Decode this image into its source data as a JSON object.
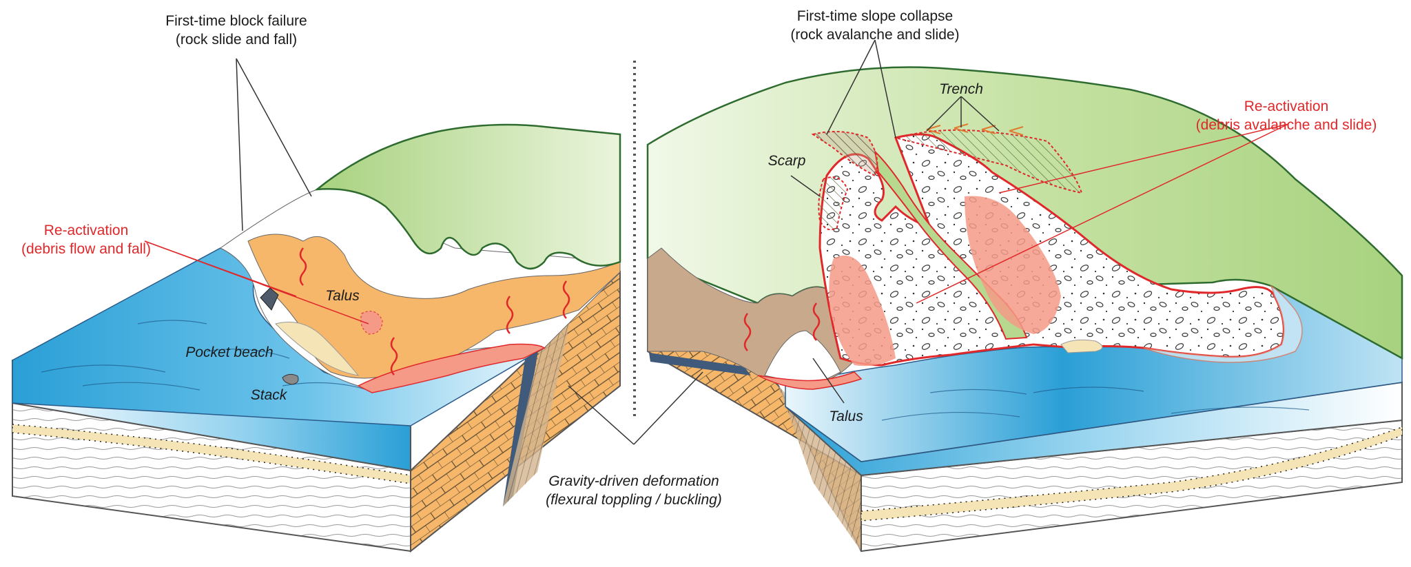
{
  "labels": {
    "block_failure_title": "First-time block failure",
    "block_failure_sub": "(rock slide and fall)",
    "slope_collapse_title": "First-time slope collapse",
    "slope_collapse_sub": "(rock avalanche and slide)",
    "reactivation_left_title": "Re-activation",
    "reactivation_left_sub": "(debris flow and fall)",
    "reactivation_right_title": "Re-activation",
    "reactivation_right_sub": "(debris avalanche and slide)",
    "talus_left": "Talus",
    "talus_right": "Talus",
    "pocket_beach": "Pocket beach",
    "stack": "Stack",
    "scarp": "Scarp",
    "trench": "Trench",
    "gravity_title": "Gravity-driven deformation",
    "gravity_sub": "(flexural toppling / buckling)"
  },
  "colors": {
    "sea": "#2a9fd6",
    "vegetation": "#b6d98f",
    "rock_orange": "#f6b76b",
    "rock_brown": "#c8a98b",
    "debris_pink": "#f59a87",
    "outline_red": "#e0282a"
  }
}
